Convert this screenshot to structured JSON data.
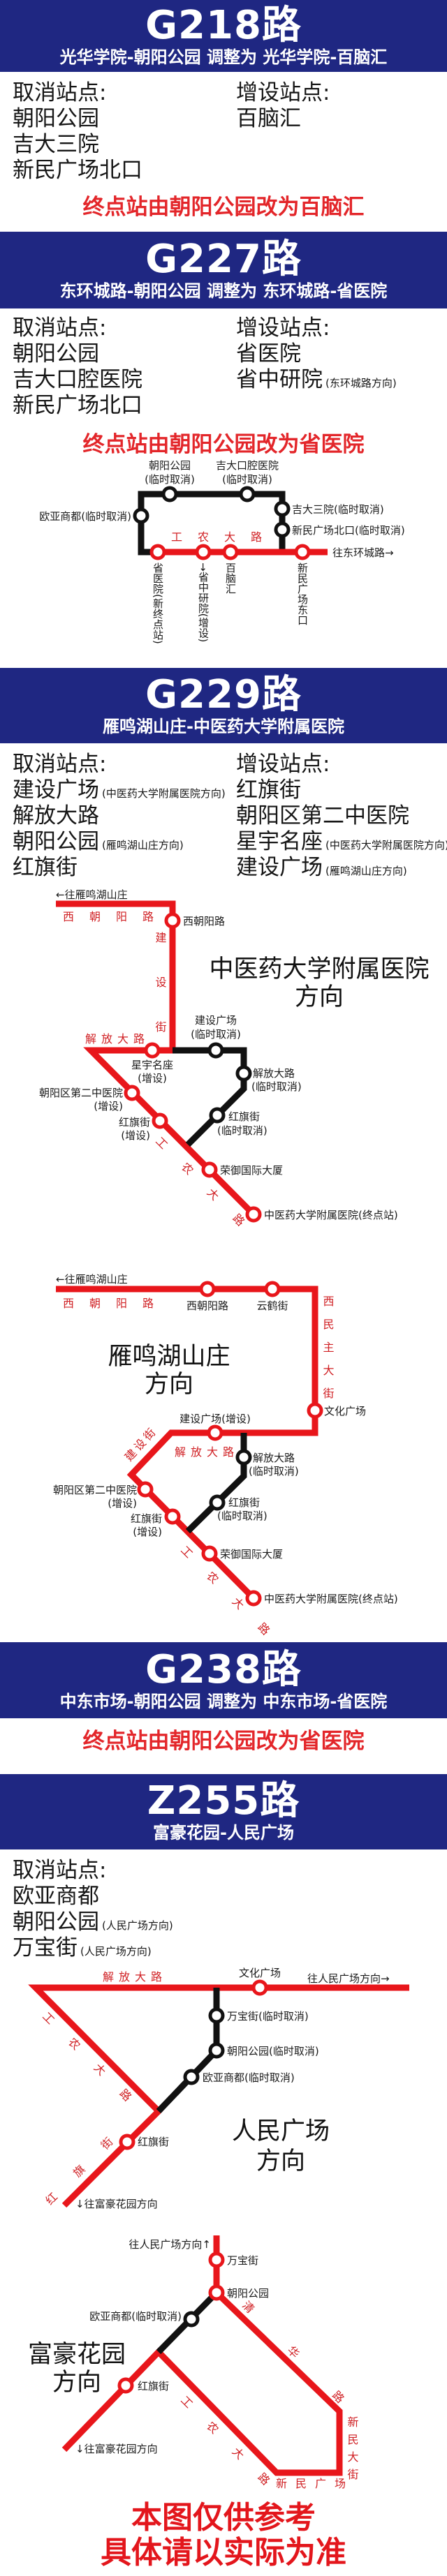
{
  "colors": {
    "header_blue": "#1f2782",
    "route_red": "#e8161b",
    "cancelled_black": "#111111",
    "notice_red": "#e3262a"
  },
  "g218": {
    "title": "G218路",
    "subtitle": "光华学院-朝阳公园 调整为 光华学院-百脑汇",
    "cancel_label": "取消站点:",
    "add_label": "增设站点:",
    "cancelled": [
      {
        "name": "朝阳公园"
      },
      {
        "name": "吉大三院"
      },
      {
        "name": "新民广场北口"
      }
    ],
    "added": [
      {
        "name": "百脑汇"
      }
    ],
    "notice": "终点站由朝阳公园改为百脑汇"
  },
  "g227": {
    "title": "G227路",
    "subtitle": "东环城路-朝阳公园 调整为 东环城路-省医院",
    "cancel_label": "取消站点:",
    "add_label": "增设站点:",
    "cancelled": [
      {
        "name": "朝阳公园"
      },
      {
        "name": "吉大口腔医院"
      },
      {
        "name": "新民广场北口"
      }
    ],
    "added": [
      {
        "name": "省医院"
      },
      {
        "name": "省中研院",
        "note": "(东环城路方向)"
      }
    ],
    "notice": "终点站由朝阳公园改为省医院",
    "map": {
      "s_chaoyang": "朝阳公园",
      "s_chaoyang_note": "(临时取消)",
      "s_kouqiang": "吉大口腔医院",
      "s_kouqiang_note": "(临时取消)",
      "s_ouya": "欧亚商都(临时取消)",
      "s_jida3": "吉大三院(临时取消)",
      "s_xinmin_n": "新民广场北口(临时取消)",
      "road": "工农大路",
      "to": "往东环城路→",
      "s_shengyi": "省医院(新终点站)",
      "s_shengzhong": "→省中研院(增设)",
      "s_bainao": "百脑汇",
      "s_xinmin_e": "新民广场东口"
    }
  },
  "g229": {
    "title": "G229路",
    "subtitle": "雁鸣湖山庄-中医药大学附属医院",
    "cancel_label": "取消站点:",
    "add_label": "增设站点:",
    "cancelled": [
      {
        "name": "建设广场",
        "note": "(中医药大学附属医院方向)"
      },
      {
        "name": "解放大路"
      },
      {
        "name": "朝阳公园",
        "note": "(雁鸣湖山庄方向)"
      },
      {
        "name": "红旗街"
      }
    ],
    "added": [
      {
        "name": "红旗街"
      },
      {
        "name": "朝阳区第二中医院"
      },
      {
        "name": "星宇名座",
        "note": "(中医药大学附属医院方向)"
      },
      {
        "name": "建设广场",
        "note": "(雁鸣湖山庄方向)"
      }
    ],
    "map1": {
      "to": "←往雁鸣湖山庄",
      "road_xcy": "西朝阳路",
      "s_xcy": "西朝阳路",
      "road_jsj": "建设街",
      "direction": [
        "中医药大学附属医院",
        "方向"
      ],
      "road_jfdl": "解放大路",
      "s_jsgc": "建设广场",
      "s_jsgc_note": "(临时取消)",
      "s_xymz": "星宇名座",
      "s_xymz_note": "(增设)",
      "s_jfdl": "解放大路",
      "s_jfdl_note": "(临时取消)",
      "s_zy2": "朝阳区第二中医院",
      "s_zy2_note": "(增设)",
      "s_hqj_red": "红旗街",
      "s_hqj_red_note": "(增设)",
      "s_hqj_black": "红旗街",
      "s_hqj_black_note": "(临时取消)",
      "road_gn": "工农大路",
      "s_ry": "荣御国际大厦",
      "s_end": "中医药大学附属医院(终点站)"
    },
    "map2": {
      "to": "←往雁鸣湖山庄",
      "road_xcy": "西朝阳路",
      "s_xcy": "西朝阳路",
      "s_yhj": "云鹤街",
      "road_xmz": "西民主大街",
      "s_whgc": "文化广场",
      "direction": [
        "雁鸣湖山庄",
        "方向"
      ],
      "s_jsgc": "建设广场(增设)",
      "road_jsj": "建设街",
      "road_jfdl": "解放大路",
      "s_jfdl": "解放大路",
      "s_jfdl_note": "(临时取消)",
      "s_zy2": "朝阳区第二中医院",
      "s_zy2_note": "(增设)",
      "s_hqj_red": "红旗街",
      "s_hqj_red_note": "(增设)",
      "s_hqj_black": "红旗街",
      "s_hqj_black_note": "(临时取消)",
      "road_gn": "工农大路",
      "s_ry": "荣御国际大厦",
      "s_end": "中医药大学附属医院(终点站)"
    }
  },
  "g238": {
    "title": "G238路",
    "subtitle": "中东市场-朝阳公园 调整为 中东市场-省医院",
    "notice": "终点站由朝阳公园改为省医院"
  },
  "z255": {
    "title": "Z255路",
    "subtitle": "富豪花园-人民广场",
    "cancel_label": "取消站点:",
    "cancelled": [
      {
        "name": "欧亚商都"
      },
      {
        "name": "朝阳公园",
        "note": "(人民广场方向)"
      },
      {
        "name": "万宝街",
        "note": "(人民广场方向)"
      }
    ],
    "map1": {
      "road_jfdl": "解放大路",
      "s_whgc": "文化广场",
      "to": "往人民广场方向→",
      "s_wbj": "万宝街(临时取消)",
      "s_cy": "朝阳公园(临时取消)",
      "s_oy": "欧亚商都(临时取消)",
      "road_gn": "工农大路",
      "road_hqj": "红旗街",
      "s_hqj": "红旗街",
      "to2": "↓往富豪花园方向",
      "direction": [
        "人民广场",
        "方向"
      ]
    },
    "map2": {
      "to": "往人民广场方向↑",
      "s_wbj": "万宝街",
      "s_cy": "朝阳公园",
      "s_oy": "欧亚商都(临时取消)",
      "direction": [
        "富豪花园",
        "方向"
      ],
      "s_hqj": "红旗街",
      "to2": "↓往富豪花园方向",
      "road_qh": "清华路",
      "road_xmdj": "新民大街",
      "road_xmgc": "新民广场",
      "road_gn": "工农大路"
    }
  },
  "footer": [
    "本图仅供参考",
    "具体请以实际为准"
  ]
}
